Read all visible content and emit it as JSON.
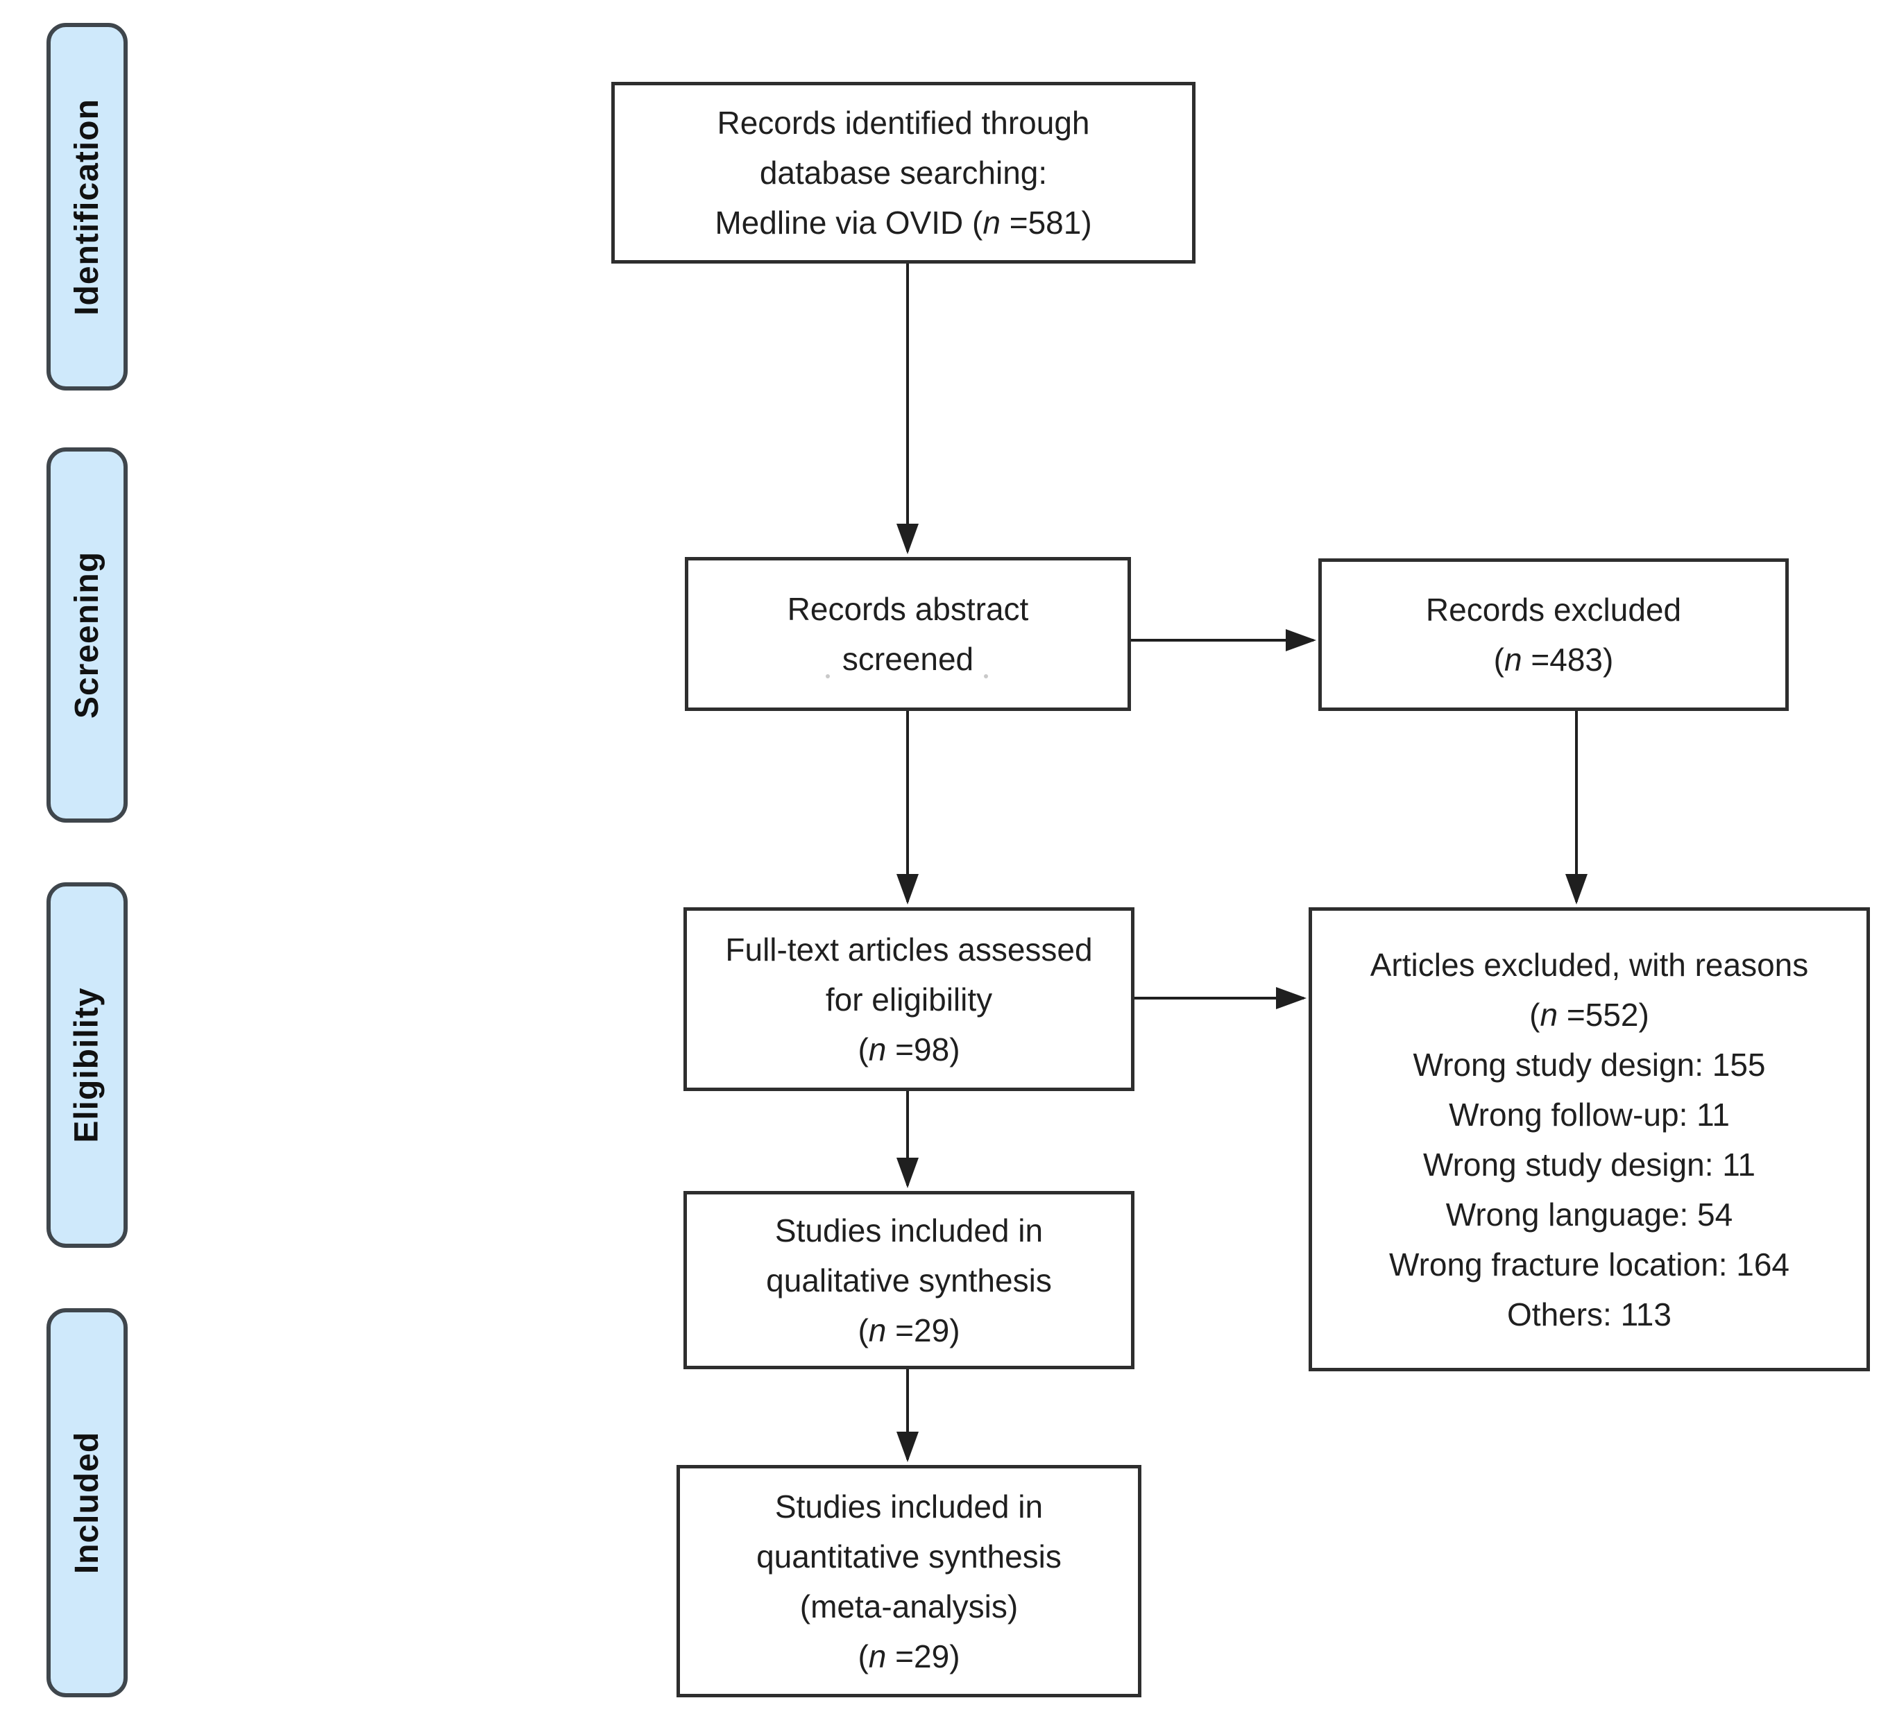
{
  "colors": {
    "sidebar_fill": "#cfe9fb",
    "sidebar_border": "#3f464c",
    "box_border": "#2e2e2e",
    "arrow": "#1f1f1f",
    "text": "#1f1f1f",
    "background": "#ffffff"
  },
  "stages": [
    {
      "label": "Identification"
    },
    {
      "label": "Screening"
    },
    {
      "label": "Eligibility"
    },
    {
      "label": "Included"
    }
  ],
  "boxes": {
    "records_identified": {
      "lines": [
        "Records identified through",
        "database searching:",
        "Medline via OVID (n =581)"
      ]
    },
    "records_screened": {
      "lines": [
        "Records abstract",
        "screened"
      ]
    },
    "records_excluded": {
      "lines": [
        "Records excluded",
        "(n =483)"
      ]
    },
    "fulltext_assessed": {
      "lines": [
        "Full-text articles assessed",
        "for eligibility",
        "(n =98)"
      ]
    },
    "articles_excluded": {
      "lines": [
        "Articles excluded, with reasons",
        "(n =552)",
        "Wrong study design: 155",
        "Wrong follow-up: 11",
        "Wrong study design: 11",
        "Wrong language: 54",
        "Wrong fracture location: 164",
        "Others: 113"
      ]
    },
    "qualitative_synthesis": {
      "lines": [
        "Studies included in",
        "qualitative synthesis",
        "(n =29)"
      ]
    },
    "quantitative_synthesis": {
      "lines": [
        "Studies included in",
        "quantitative synthesis",
        "(meta-analysis)",
        "(n =29)"
      ]
    }
  }
}
